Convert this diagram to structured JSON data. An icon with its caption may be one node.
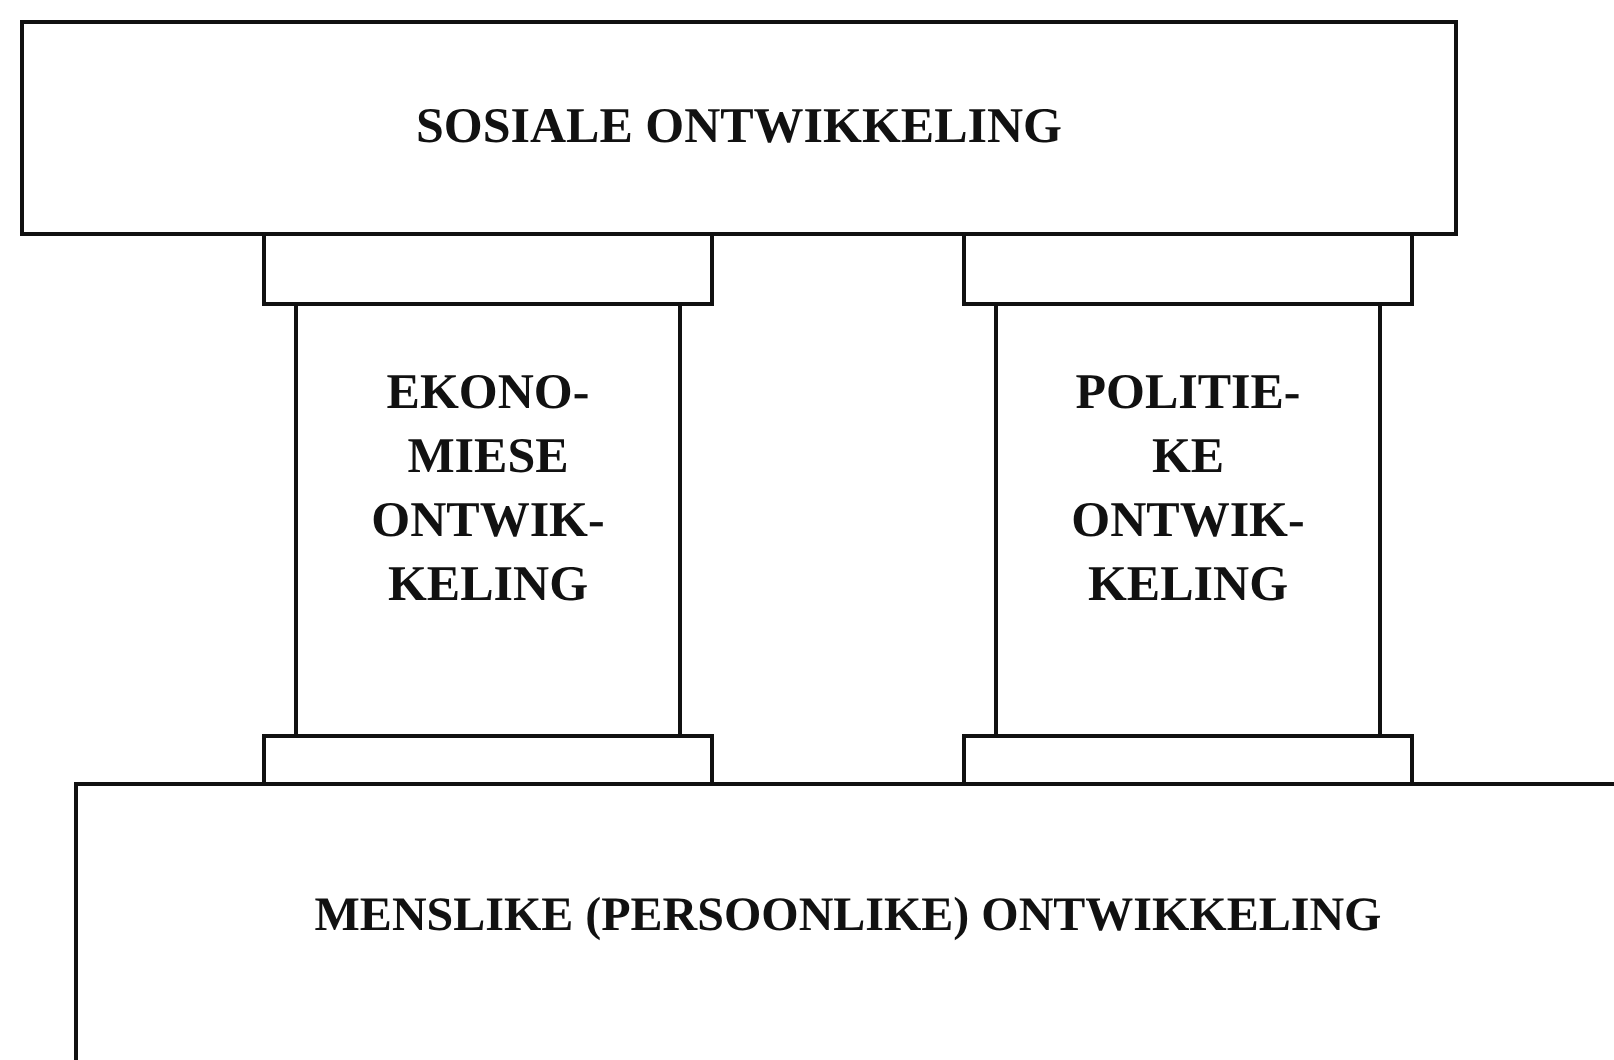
{
  "diagram": {
    "nodes": [
      {
        "text": [
          "SOSIALE ONTWIKKELING"
        ]
      },
      {
        "text": [],
        "shape": "box"
      },
      {
        "text": [],
        "shape": "box"
      },
      {
        "text": [
          "EKONO- MIESE ONTWIK- KELING"
        ]
      },
      {
        "text": [
          "POLITIE- KE ONTWIK- KELING"
        ]
      },
      {
        "text": [],
        "shape": "box"
      },
      {
        "text": [],
        "shape": "box"
      },
      {
        "text": [
          "MENSLIKE (PERSOONLIKE) ONTWIKKELING"
        ]
      }
    ]
  }
}
